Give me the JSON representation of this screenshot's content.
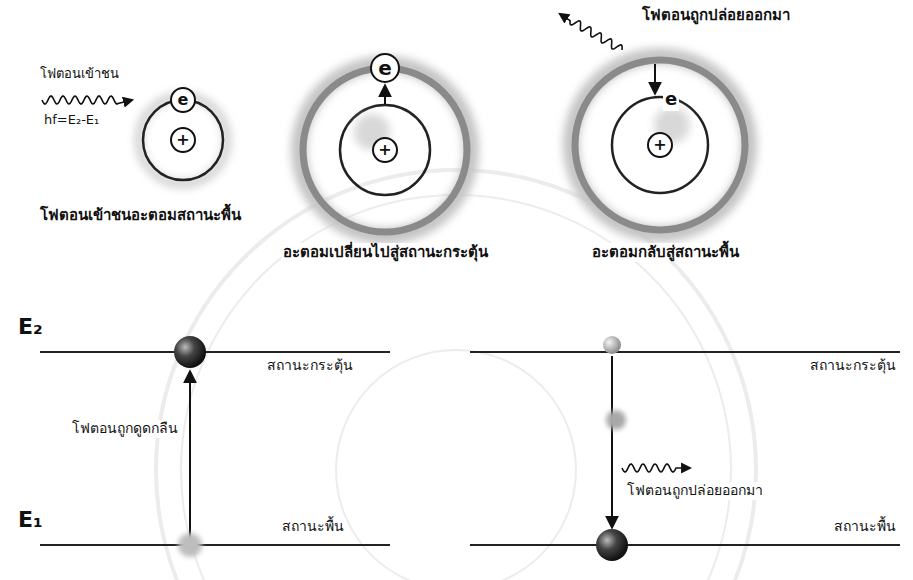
{
  "diagram": {
    "nodes": [
      {
        "text": [
          "e"
        ]
      },
      {
        "text": [
          "+"
        ]
      },
      {
        "text": [
          "e"
        ]
      },
      {
        "text": [
          "+"
        ]
      },
      {
        "text": [
          "+"
        ]
      }
    ],
    "labels": [
      "โฟตอนถูกปล่อยออกมา",
      "โฟตอนเข้าชน",
      "hf=E₂-E₁",
      "e",
      "โฟตอนเข้าชนอะตอมสถานะพื้น",
      "อะตอมเปลี่ยนไปสู่สถานะกระตุ้น",
      "อะตอมกลับสู่สถานะพื้น",
      "E₂",
      "สถานะกระตุ้น",
      "สถานะกระตุ้น",
      "โฟตอนถูกดูดกลืน",
      "โฟตอนถูกปล่อยออกมา",
      "E₁",
      "สถานะพื้น",
      "สถานะพื้น"
    ]
  }
}
